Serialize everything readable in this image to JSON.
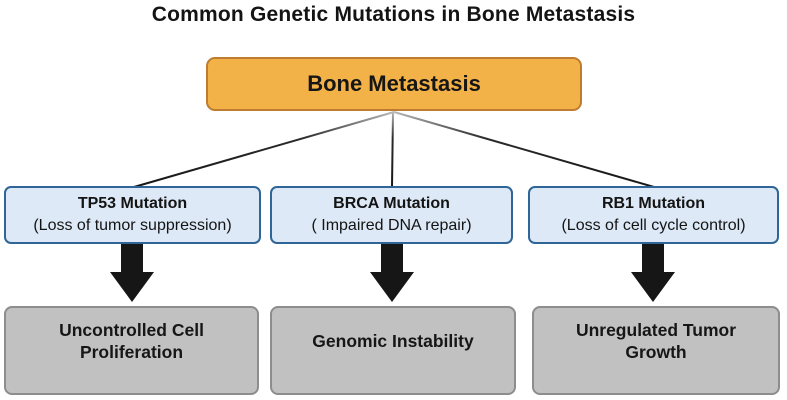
{
  "title": "Common Genetic Mutations in Bone Metastasis",
  "root_node": {
    "label": "Bone Metastasis"
  },
  "mutations": [
    {
      "name": "TP53 Mutation",
      "effect": "(Loss of tumor suppression)",
      "outcome": "Uncontrolled Cell Proliferation"
    },
    {
      "name": "BRCA Mutation",
      "effect": "( Impaired DNA repair)",
      "outcome": "Genomic Instability"
    },
    {
      "name": "RB1 Mutation",
      "effect": "(Loss of cell cycle control)",
      "outcome": "Unregulated Tumor Growth"
    }
  ],
  "icons": {
    "down_arrow": "block-arrow-down"
  },
  "colors": {
    "root_fill": "#f2b248",
    "root_border": "#bd7c30",
    "mutation_fill": "#dde9f6",
    "mutation_border": "#2f6597",
    "outcome_fill": "#c1c1c1",
    "outcome_border": "#8d8d8d",
    "arrow": "#161616",
    "text": "#141414",
    "background": "#ffffff"
  }
}
